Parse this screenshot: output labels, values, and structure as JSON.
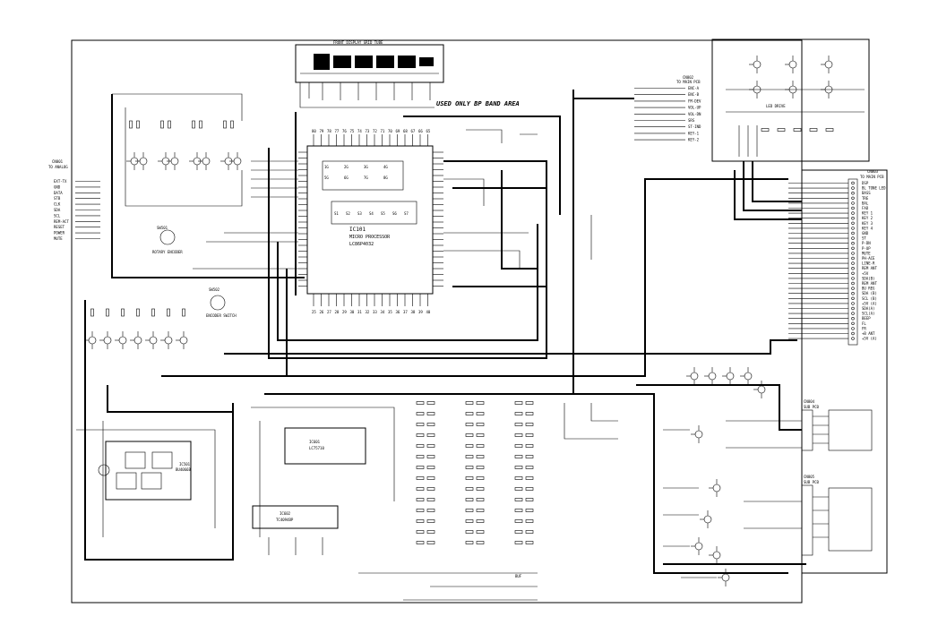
{
  "diagram": {
    "display_header": "FRONT DISPLAY GRID TUBE",
    "area_note": "USED ONLY BP BAND AREA",
    "main_ic": {
      "ref": "IC101",
      "line1": "MICRO PROCESSOR",
      "line2": "LC86P4032"
    },
    "connector_left": {
      "ref": "CN801",
      "title": "TO ANALOG",
      "pins": [
        "EXT-TX",
        "GND",
        "DATA",
        "STB",
        "CLK",
        "SDA",
        "SCL",
        "REM-ACT",
        "RESET",
        "POWER",
        "MUTE"
      ]
    },
    "connector_top": {
      "ref": "CN802",
      "title": "TO MAIN PCB",
      "pins": [
        "ENC-A",
        "ENC-B",
        "FM-DEV",
        "VOL-UP",
        "VOL-DN",
        "SRS",
        "ST-IND",
        "KEY-1",
        "KEY-2"
      ]
    },
    "connector_right": {
      "ref": "CN803",
      "title": "TO MAIN PCB",
      "pins": [
        "DSP",
        "BL TONE LED",
        "BASS",
        "TRE",
        "BAL",
        "FAD",
        "KEY 1",
        "KEY 2",
        "KEY 3",
        "KEY 4",
        "GND",
        "ST",
        "P-DN",
        "P-UP",
        "MUTE",
        "PH-ACE",
        "LINE-R",
        "REM ANT",
        "+5V",
        "SDA(B)",
        "REM ANT",
        "BU REG",
        "SDA (B)",
        "SCL (B)",
        "+5V (A)",
        "SDA(A)",
        "SCL(A)",
        "BEEP",
        "FL",
        "FR",
        "+B ANT",
        "+5V (A)"
      ]
    },
    "io_box_top": {
      "ref": "CN804",
      "title": "SUB PCB"
    },
    "io_box_bottom": {
      "ref": "CN805",
      "title": "SUB PCB"
    },
    "encoder": {
      "ref": "SW501",
      "label": "ROTARY ENCODER"
    },
    "switch_block": {
      "ref": "SW502",
      "label": "ENCODER SWITCH"
    },
    "sub_ic_left": {
      "ref": "IC501",
      "label": "BU4066B"
    },
    "sub_ic_mid": {
      "ref": "IC601",
      "label": "LC75710"
    },
    "sub_ic_bottom": {
      "ref": "IC602",
      "label": "TC4094BP"
    },
    "buffer_label": "BUF",
    "top_right_label": "LED DRIVE",
    "pin_numbers_top": [
      "80",
      "79",
      "78",
      "77",
      "76",
      "75",
      "74",
      "73",
      "72",
      "71",
      "70",
      "69",
      "68",
      "67",
      "66",
      "65"
    ],
    "pin_numbers_bottom": [
      "25",
      "26",
      "27",
      "28",
      "29",
      "30",
      "31",
      "32",
      "33",
      "34",
      "35",
      "36",
      "37",
      "38",
      "39",
      "40"
    ],
    "grid_rows": [
      "1G",
      "2G",
      "3G",
      "4G",
      "5G",
      "6G",
      "7G",
      "8G"
    ],
    "grid_cols": [
      "S1",
      "S2",
      "S3",
      "S4",
      "S5",
      "S6",
      "S7"
    ]
  }
}
